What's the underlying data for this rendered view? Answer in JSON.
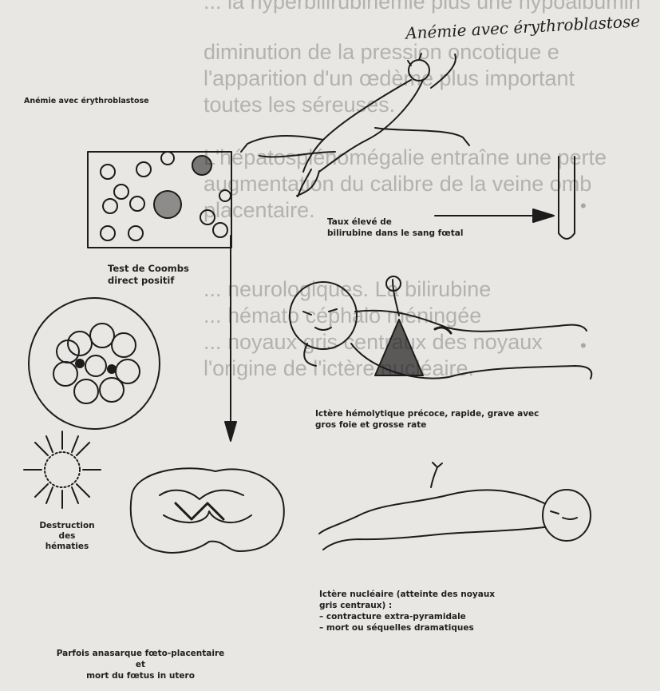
{
  "background_text": {
    "lines": [
      "",
      "diminution de la pression oncotique e",
      "l'apparition d'un œdème plus important",
      "toutes les séreuses.",
      "",
      "L'hépatosplénomégalie entraîne une perte",
      "augmentation du calibre de la veine omb",
      "placentaire.",
      "",
      "",
      "... neurologiques. La bilirubine",
      "... hémato céphalo méningée",
      "... noyaux gris centraux des noyaux",
      "l'origine de l'ictère nucléaire."
    ],
    "top_line": "... la hyperbilirubinémie plus une hypoalbumin"
  },
  "labels": {
    "handwritten_title": "Anémie avec érythroblastose",
    "anemie": "Anémie avec érythroblastose",
    "taux": [
      "Taux élevé de",
      "bilirubine dans le sang fœtal"
    ],
    "coombs": [
      "Test de Coombs",
      "direct positif"
    ],
    "ictere_hemolytique": [
      "Ictère hémolytique précoce, rapide, grave avec",
      "gros foie et grosse rate"
    ],
    "destruction": [
      "Destruction",
      "des",
      "hématies"
    ],
    "ictere_nucleaire": [
      "Ictère nucléaire (atteinte des noyaux",
      "gris centraux) :",
      "– contracture extra-pyramidale",
      "– mort ou séquelles dramatiques"
    ],
    "anasarque": [
      "Parfois anasarque fœto-placentaire",
      "et",
      "mort du fœtus in utero"
    ]
  },
  "colors": {
    "ink": "#1c1c1c",
    "paper": "#e9e7e4",
    "faded_text": "#b4b2af"
  }
}
